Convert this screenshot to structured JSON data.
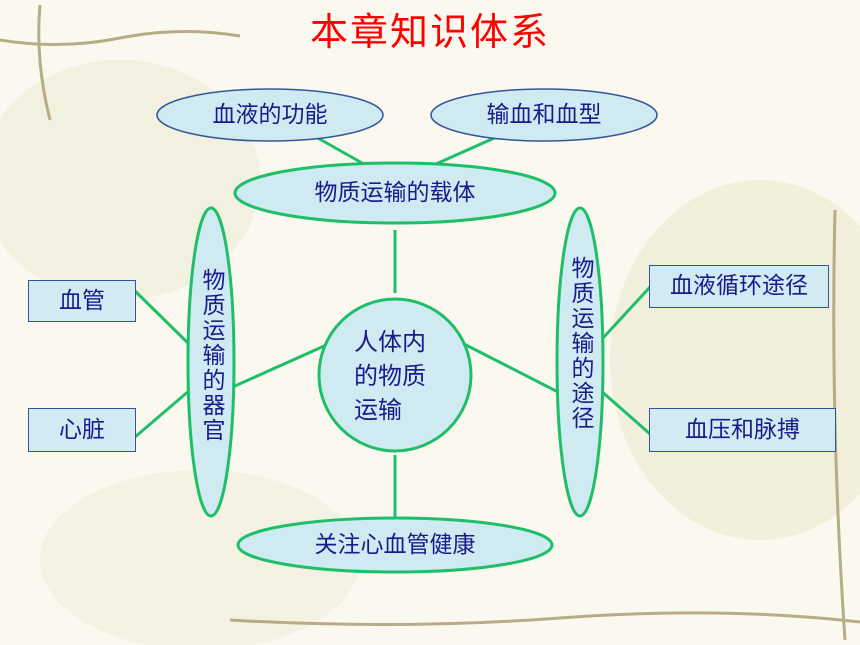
{
  "title": "本章知识体系",
  "colors": {
    "title": "#ff0000",
    "text": "#1a1a8c",
    "node_fill": "#cfeaf1",
    "line": "#1fbf6a"
  },
  "diagram": {
    "center": "人体内\n的物质\n运输",
    "top_oval": "物质运输的载体",
    "top_left": "血液的功能",
    "top_right": "输血和血型",
    "left_vertical": "物质运输的器官",
    "right_vertical": "物质运输的途径",
    "bottom_oval": "关注心血管健康",
    "left_boxes": [
      "血管",
      "心脏"
    ],
    "right_boxes": [
      "血液循环途径",
      "血压和脉搏"
    ]
  }
}
